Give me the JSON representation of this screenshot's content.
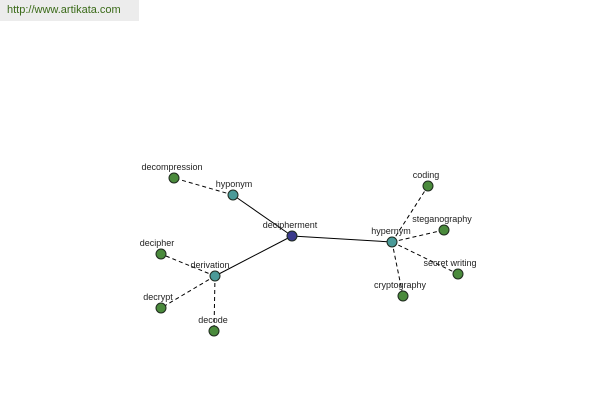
{
  "header": {
    "url": "http://www.artikata.com"
  },
  "colors": {
    "root": "#3a3a8c",
    "relation": "#4a9a98",
    "leaf": "#4a8a3c"
  },
  "graph": {
    "root": {
      "id": "decipherment",
      "label": "decipherment"
    },
    "relations": [
      {
        "id": "hyponym",
        "label": "hyponym",
        "words": [
          {
            "id": "decompression",
            "label": "decompression"
          }
        ]
      },
      {
        "id": "derivation",
        "label": "derivation",
        "words": [
          {
            "id": "decipher",
            "label": "decipher"
          },
          {
            "id": "decrypt",
            "label": "decrypt"
          },
          {
            "id": "decode",
            "label": "decode"
          }
        ]
      },
      {
        "id": "hypernym",
        "label": "hypernym",
        "words": [
          {
            "id": "coding",
            "label": "coding"
          },
          {
            "id": "steganography",
            "label": "steganography"
          },
          {
            "id": "secret-writing",
            "label": "secret writing"
          },
          {
            "id": "cryptography",
            "label": "cryptography"
          }
        ]
      }
    ]
  }
}
